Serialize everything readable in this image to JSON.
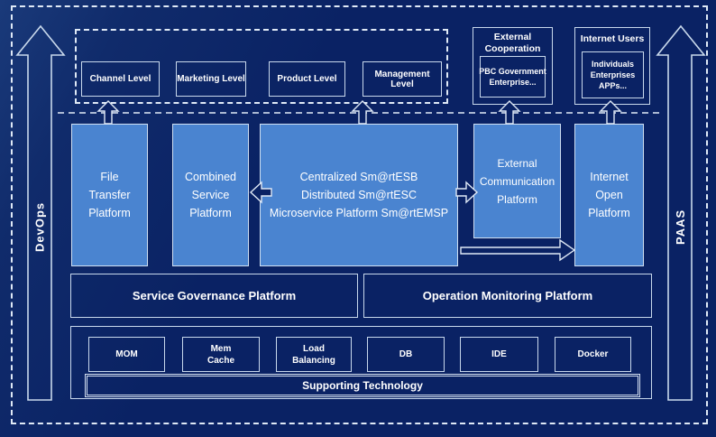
{
  "colors": {
    "background": "#0a2264",
    "panel_blue": "#4a84d0",
    "line_light": "#cfdff2",
    "dashed_line": "#dfe9f6",
    "text": "#ffffff"
  },
  "rails": {
    "devops_label": "DevOps",
    "paas_label": "PAAS"
  },
  "consumer_layer": {
    "levels": [
      "Channel Level",
      "Marketing Level",
      "Product Level",
      "Management Level"
    ],
    "external_cooperation": {
      "title_lines": [
        "External",
        "Cooperation"
      ],
      "member_lines": [
        "PBC Government",
        "Enterprise..."
      ]
    },
    "internet_users": {
      "title": "Internet Users",
      "member_lines": [
        "Individuals",
        "Enterprises",
        "APPs..."
      ]
    }
  },
  "platform_layer": {
    "file_transfer_lines": [
      "File",
      "Transfer",
      "Platform"
    ],
    "combined_service_lines": [
      "Combined",
      "Service",
      "Platform"
    ],
    "esb_lines": [
      "Centralized Sm@rtESB",
      "Distributed Sm@rtESC",
      "Microservice Platform Sm@rtEMSP"
    ],
    "external_communication_lines": [
      "External",
      "Communication",
      "Platform"
    ],
    "internet_open_lines": [
      "Internet",
      "Open",
      "Platform"
    ]
  },
  "governance_layer": {
    "service_governance": "Service Governance Platform",
    "operation_monitoring": "Operation Monitoring Platform"
  },
  "supporting_layer": {
    "title": "Supporting Technology",
    "boxes": [
      [
        "MOM"
      ],
      [
        "Mem",
        "Cache"
      ],
      [
        "Load",
        "Balancing"
      ],
      [
        "DB"
      ],
      [
        "IDE"
      ],
      [
        "Docker"
      ]
    ]
  }
}
